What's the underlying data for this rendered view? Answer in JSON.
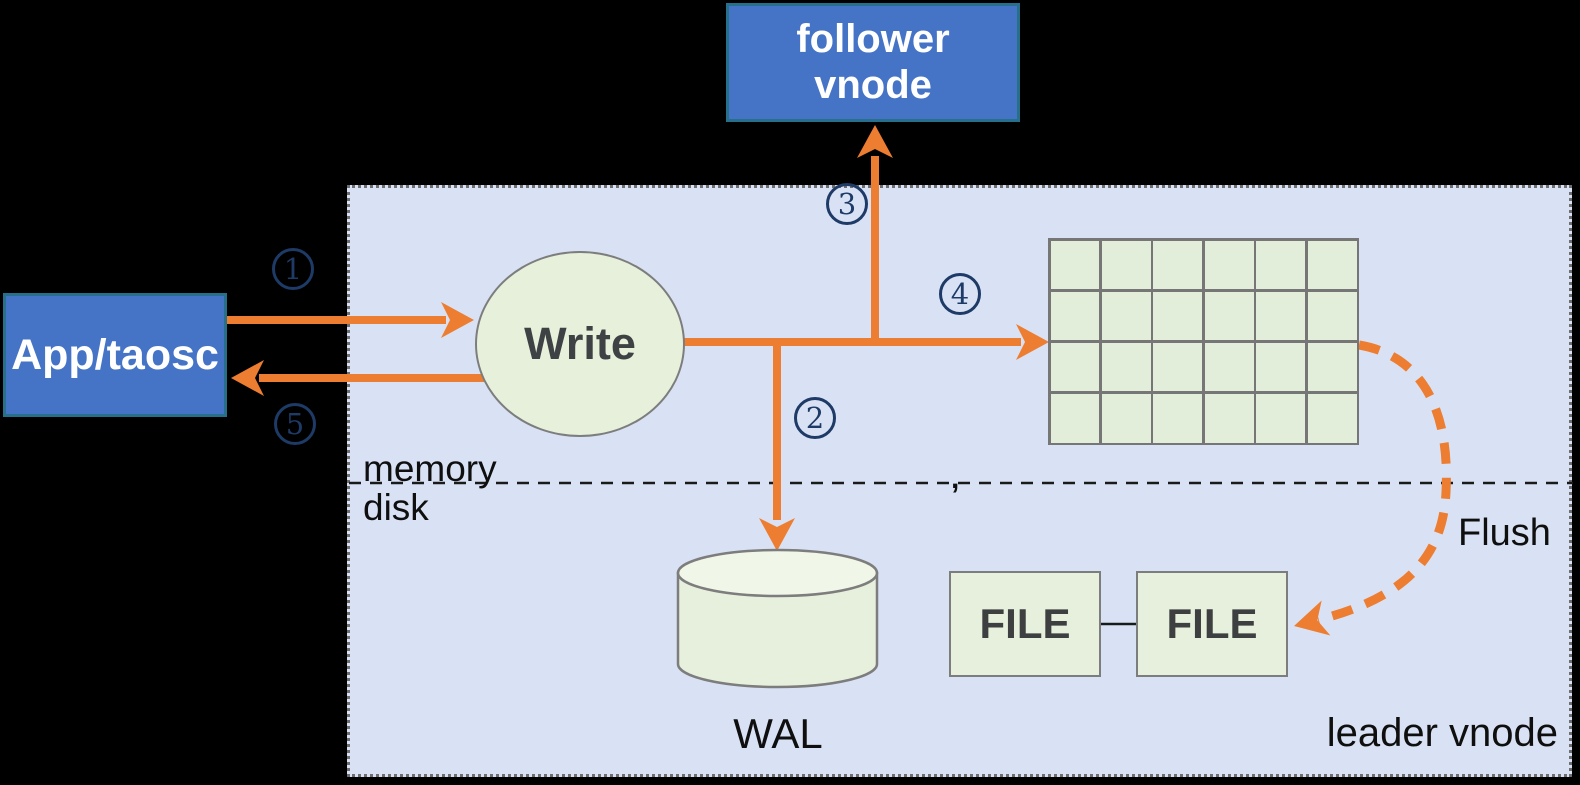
{
  "nodes": {
    "app": {
      "label": "App/taosc"
    },
    "follower": {
      "label": "follower\nvnode"
    },
    "write": {
      "label": "Write"
    },
    "wal": {
      "label": "WAL"
    },
    "files": [
      {
        "label": "FILE"
      },
      {
        "label": "FILE"
      }
    ]
  },
  "labels": {
    "memory": "memory",
    "disk": "disk",
    "flush": "Flush",
    "leader_vnode": "leader vnode",
    "divider_mark": ","
  },
  "steps": [
    {
      "label": "1"
    },
    {
      "label": "2"
    },
    {
      "label": "3"
    },
    {
      "label": "4"
    },
    {
      "label": "5"
    }
  ],
  "memtable": {
    "rows": 4,
    "cols": 6
  },
  "colors": {
    "background": "#000000",
    "region_fill": "#d9e2f4",
    "node_blue": "#4574c6",
    "node_blue_border": "#27708c",
    "node_green": "#e6f0db",
    "grid_cell_green": "#e3eeda",
    "shape_stroke_gray": "#7d7d7d",
    "arrow_orange": "#ed7d31",
    "step_navy": "#1e3a66",
    "text_black": "#0f0f0f",
    "text_white": "#ffffff"
  }
}
